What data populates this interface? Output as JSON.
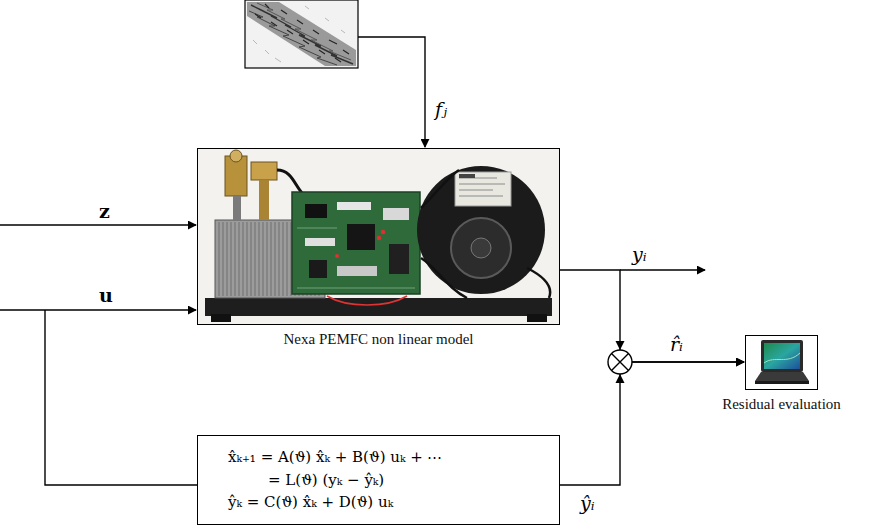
{
  "diagram": {
    "nodes": [
      {
        "text": [
          "Nexa PEMFC non linear model"
        ]
      },
      {
        "text": [
          "Residual evaluation"
        ]
      },
      {
        "text": [
          "x̂ₖ₊₁ = A(ϑ) x̂ₖ + B(ϑ) uₖ + ⋯",
          "= L(ϑ) (yₖ − ŷₖ)",
          "ŷₖ = C(ϑ) x̂ₖ + D(ϑ) uₖ"
        ]
      }
    ],
    "edges": [
      {
        "from": 0,
        "to": 1,
        "arrow": "to"
      },
      {
        "from": 2,
        "to": 1,
        "arrow": "to"
      }
    ],
    "labels": [
      "fⱼ",
      "z",
      "u",
      "yᵢ",
      "r̂ᵢ",
      "ŷᵢ"
    ]
  }
}
